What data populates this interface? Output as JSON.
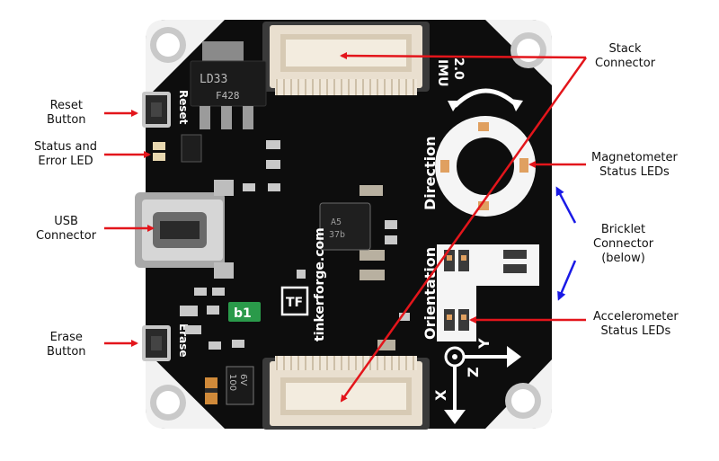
{
  "board": {
    "silkscreen_reset": "Reset",
    "silkscreen_erase": "Erase",
    "silkscreen_direction": "Direction",
    "silkscreen_orientation": "Orientation",
    "silkscreen_imu": "IMU",
    "silkscreen_version": "2.0",
    "silkscreen_brand": "tinkerforge.com",
    "silkscreen_b1": "b1",
    "regulator_line1": "LD33",
    "regulator_line2": "F428",
    "chip_line1": "A5",
    "chip_line2": "37b",
    "cap_line1": "100",
    "cap_line2": "6V",
    "axis_x": "X",
    "axis_y": "Y",
    "axis_z": "Z",
    "logo_text": "TF"
  },
  "labels": {
    "reset": [
      "Reset",
      "Button"
    ],
    "status": [
      "Status and",
      "Error LED"
    ],
    "usb": [
      "USB",
      "Connector"
    ],
    "erase": [
      "Erase",
      "Button"
    ],
    "stack": [
      "Stack",
      "Connector"
    ],
    "magnet": [
      "Magnetometer",
      "Status LEDs"
    ],
    "bricklet": [
      "Bricklet",
      "Connector",
      "(below)"
    ],
    "accel": [
      "Accelerometer",
      "Status LEDs"
    ]
  },
  "colors": {
    "pcb": "#0c0c0c",
    "arrow_red": "#e3151b",
    "arrow_blue": "#1a1ae6",
    "connector": "#e8dccb",
    "silk": "#ffffff"
  }
}
